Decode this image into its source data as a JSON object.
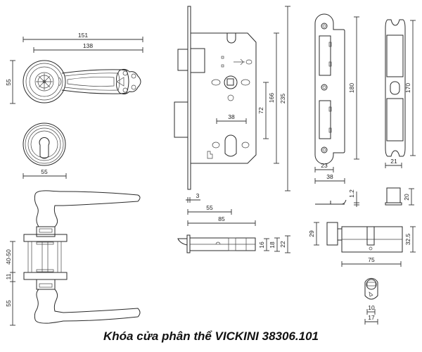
{
  "caption": "Khóa cửa phân thể VICKINI 38306.101",
  "colors": {
    "line": "#2a2a2a",
    "text": "#222222",
    "background": "#ffffff"
  },
  "handle_top_view": {
    "dim_overall_length": "151",
    "dim_lever_length": "138",
    "dim_rose_height": "55"
  },
  "escutcheon": {
    "dim_diameter": "55"
  },
  "handle_side_view": {
    "dim_door_thickness": "40-50",
    "dim_rose_thickness": "11",
    "dim_handle_height": "55"
  },
  "mortise_body": {
    "dim_backset_center": "38",
    "dim_center_to_center": "72",
    "dim_body_height": "166",
    "dim_faceplate_height": "235",
    "dim_faceplate_thickness": "3",
    "dim_backset": "55",
    "dim_body_depth": "85",
    "dim_bolt_16": "16",
    "dim_bolt_18": "18",
    "dim_bolt_22": "22"
  },
  "strike_plate": {
    "dim_height": "180",
    "dim_width_23": "23",
    "dim_width_38": "38",
    "dim_thickness": "1.2"
  },
  "box_keeper": {
    "dim_height": "170",
    "dim_width": "21",
    "dim_depth": "20"
  },
  "cylinder": {
    "dim_knob_height": "29",
    "dim_body_height": "32.5",
    "dim_length": "75",
    "dim_cam_10": "10",
    "dim_cam_17": "17"
  }
}
